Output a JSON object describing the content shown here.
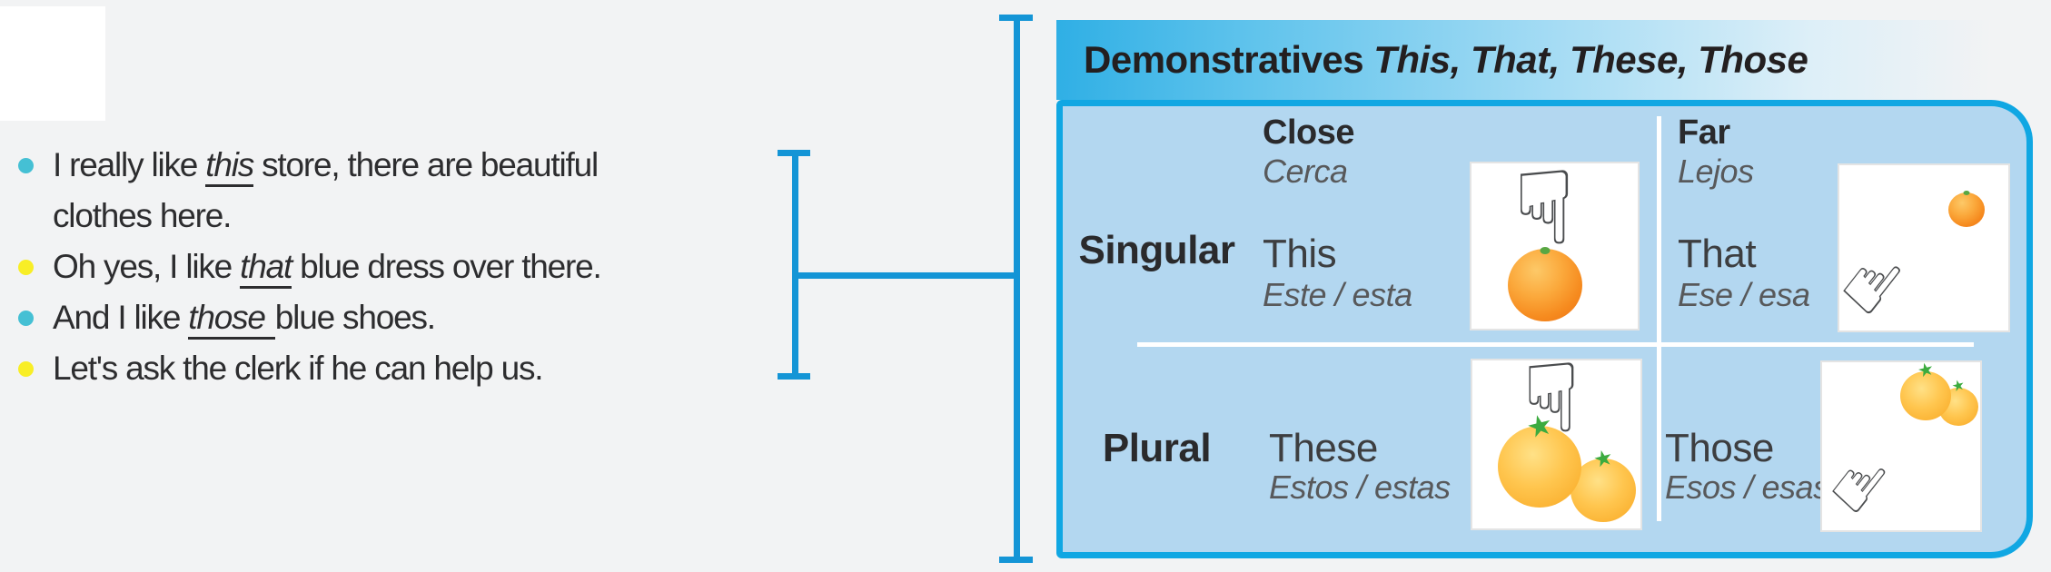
{
  "bullets": {
    "dot_colors": {
      "teal": "#45c0d4",
      "yellow": "#f8ee26"
    },
    "lines": [
      {
        "pre": "I really like ",
        "em": "this",
        "post": " store, there are beautiful"
      },
      {
        "pre": "clothes here."
      },
      {
        "pre": "Oh yes, I like ",
        "em": "that",
        "post": " blue dress over there."
      },
      {
        "pre": "And I like ",
        "em": "those",
        "post": "blue shoes."
      },
      {
        "pre": "Let's ask the clerk if he can help us."
      }
    ]
  },
  "panel": {
    "title_prefix": "Demonstratives ",
    "title_words": "This, That, These, Those",
    "columns": {
      "close_en": "Close",
      "close_es": "Cerca",
      "far_en": "Far",
      "far_es": "Lejos"
    },
    "rows": {
      "singular": "Singular",
      "plural": "Plural"
    },
    "cells": {
      "this_en": "This",
      "this_es": "Este / esta",
      "that_en": "That",
      "that_es": "Ese / esa",
      "these_en": "These",
      "these_es": "Estos / estas",
      "those_en": "Those",
      "those_es": "Esos / esas"
    },
    "colors": {
      "border": "#10a7e3",
      "fill": "#b3d7f0",
      "header_gradient_start": "#2fafe5",
      "title_text": "#231f20",
      "spanish_text": "#58595b"
    }
  },
  "connector": {
    "color": "#1495d6"
  },
  "icons": {
    "hand_down": "☟",
    "hand_up": "☝",
    "star": "★"
  }
}
